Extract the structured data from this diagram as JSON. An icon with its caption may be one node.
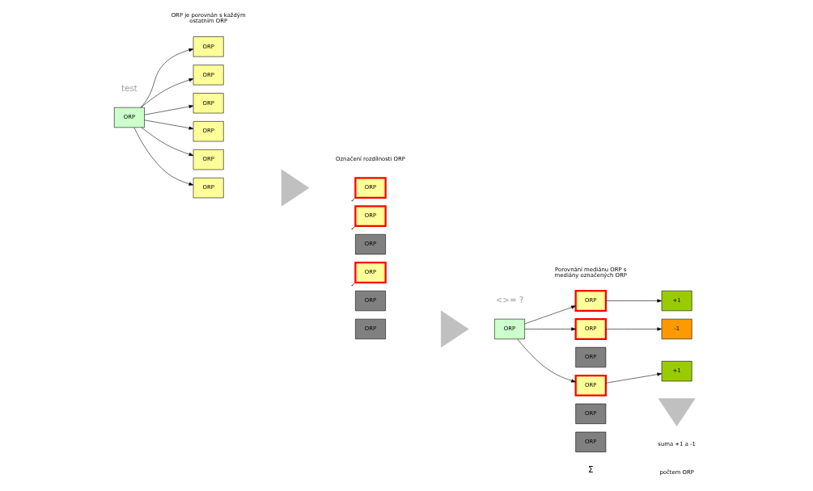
{
  "diagram": {
    "nodes": [
      {
        "text": [
          "ORP"
        ]
      },
      {
        "text": [
          "ORP"
        ]
      },
      {
        "text": [
          "ORP"
        ]
      },
      {
        "text": [
          "ORP"
        ]
      },
      {
        "text": [
          "ORP"
        ]
      },
      {
        "text": [
          "ORP"
        ]
      },
      {
        "text": [
          "ORP"
        ]
      },
      {
        "text": [],
        "shape": "triangle"
      },
      {
        "text": [
          "ORP"
        ],
        "beside": [
          "✓"
        ]
      },
      {
        "text": [
          "ORP"
        ],
        "beside": [
          "✓"
        ]
      },
      {
        "text": [
          "ORP"
        ]
      },
      {
        "text": [
          "ORP"
        ],
        "beside": [
          "✓"
        ]
      },
      {
        "text": [
          "ORP"
        ]
      },
      {
        "text": [
          "ORP"
        ]
      },
      {
        "text": [],
        "shape": "triangle"
      },
      {
        "text": [
          "ORP"
        ]
      },
      {
        "text": [
          "ORP"
        ]
      },
      {
        "text": [
          "ORP"
        ]
      },
      {
        "text": [
          "ORP"
        ]
      },
      {
        "text": [
          "ORP"
        ]
      },
      {
        "text": [
          "ORP"
        ]
      },
      {
        "text": [
          "ORP"
        ]
      },
      {
        "text": [
          "+1"
        ]
      },
      {
        "text": [
          "-1"
        ]
      },
      {
        "text": [
          "+1"
        ]
      },
      {
        "text": [],
        "shape": "triangle"
      }
    ],
    "edges": [
      {
        "from": 0,
        "to": 1,
        "arrow": "to"
      },
      {
        "from": 0,
        "to": 2,
        "arrow": "to"
      },
      {
        "from": 0,
        "to": 3,
        "arrow": "to"
      },
      {
        "from": 0,
        "to": 4,
        "arrow": "to"
      },
      {
        "from": 0,
        "to": 5,
        "arrow": "to"
      },
      {
        "from": 0,
        "to": 6,
        "arrow": "to"
      },
      {
        "from": 15,
        "to": 16,
        "arrow": "to"
      },
      {
        "from": 15,
        "to": 17,
        "arrow": "to"
      },
      {
        "from": 15,
        "to": 19,
        "arrow": "to"
      },
      {
        "from": 16,
        "to": 22,
        "arrow": "to"
      },
      {
        "from": 17,
        "to": 23,
        "arrow": "to"
      },
      {
        "from": 19,
        "to": 24,
        "arrow": "to"
      }
    ],
    "labels": [
      "ORP je porovnán s každým ostatním ORP",
      "Označení rozdílnosti ORP",
      "Porovnání mediánu ORP s mediány označených ORP",
      "test",
      "<>= ?",
      "Σ",
      "suma +1 a -1",
      "počtem ORP"
    ]
  }
}
